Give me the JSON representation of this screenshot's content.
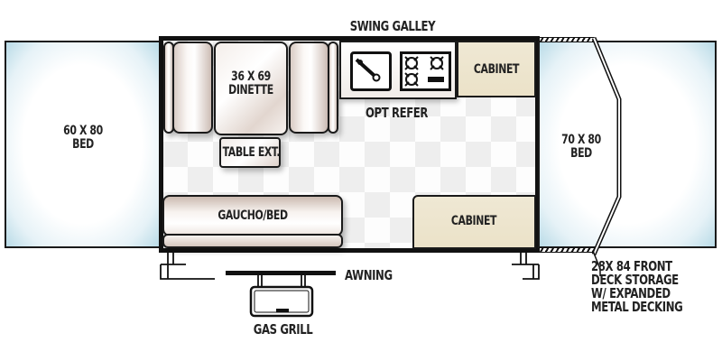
{
  "floorplan": {
    "title": "Swing Galley",
    "labels": {
      "rear_bed": "60 X 80\nBED",
      "dinette": "36 X 69\nDINETTE",
      "table_ext": "TABLE EXT.",
      "galley": "SWING GALLEY",
      "opt_refer": "OPT REFER",
      "cabinet_top": "CABINET",
      "cabinet_bottom": "CABINET",
      "gaucho": "GAUCHO/BED",
      "front_bed": "70 X 80\nBED",
      "awning": "AWNING",
      "gas_grill": "GAS GRILL",
      "deck_storage": "28X 84 FRONT\nDECK STORAGE\nW/ EXPANDED\nMETAL DECKING"
    },
    "colors": {
      "bed_edge": "#b9dbe7",
      "cabinet": "#ebe2c8",
      "cushion_shade": "#cdbdb5",
      "wall": "#111111"
    }
  }
}
